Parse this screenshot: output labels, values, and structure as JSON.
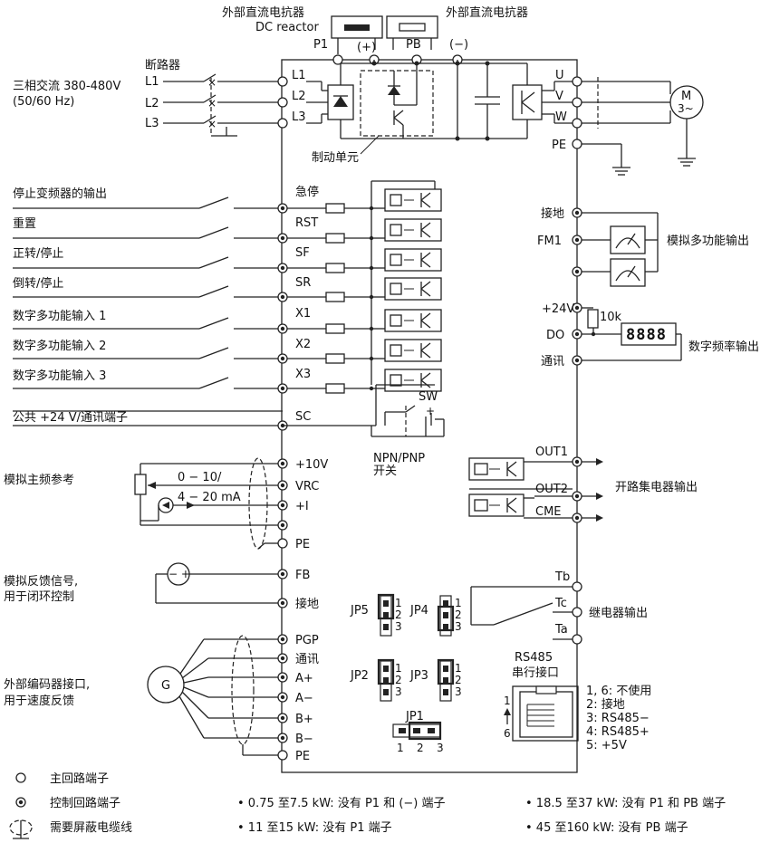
{
  "top": {
    "ext_dc_reactor_1": "外部直流电抗器",
    "dc_reactor_en": "DC reactor",
    "ext_dc_reactor_2": "外部直流电抗器",
    "p1": "P1",
    "plus": "(+)",
    "pb": "PB",
    "minus": "(−)"
  },
  "power": {
    "supply": "三相交流 380-480V",
    "freq": "(50/60 Hz)",
    "breaker": "断路器",
    "lines": [
      "L1",
      "L2",
      "L3"
    ],
    "terminals_in": [
      "L1",
      "L2",
      "L3"
    ],
    "terminals_out": [
      "U",
      "V",
      "W",
      "PE"
    ],
    "motor": "M",
    "motor_sub": "3~",
    "brake_unit": "制动单元"
  },
  "digital_inputs": [
    {
      "desc": "停止变频器的输出",
      "term": "急停"
    },
    {
      "desc": "重置",
      "term": "RST"
    },
    {
      "desc": "正转/停止",
      "term": "SF"
    },
    {
      "desc": "倒转/停止",
      "term": "SR"
    },
    {
      "desc": "数字多功能输入 1",
      "term": "X1"
    },
    {
      "desc": "数字多功能输入 2",
      "term": "X2"
    },
    {
      "desc": "数字多功能输入 3",
      "term": "X3"
    }
  ],
  "common": {
    "desc": "公共 +24 V/通讯端子",
    "term": "SC",
    "sw": "SW",
    "npn": "NPN/PNP",
    "switch": "开关"
  },
  "analog_ref": {
    "desc": "模拟主频参考",
    "v_range": "0 − 10/",
    "i_range": "4 − 20 mA",
    "terms": [
      "+10V",
      "VRC",
      "+I",
      "PE"
    ]
  },
  "feedback": {
    "desc1": "模拟反馈信号,",
    "desc2": "用于闭环控制",
    "terms": [
      "FB",
      "接地"
    ],
    "src": "− +"
  },
  "encoder": {
    "desc1": "外部编码器接口,",
    "desc2": "用于速度反馈",
    "g": "G",
    "terms": [
      "PGP",
      "通讯",
      "A+",
      "A−",
      "B+",
      "B−",
      "PE"
    ]
  },
  "right": {
    "ground": "接地",
    "fm1": "FM1",
    "analog_out": "模拟多功能输出",
    "v24": "+24V",
    "r10k": "10k",
    "do": "DO",
    "display": "8888",
    "freq_out": "数字频率输出",
    "comm": "通讯",
    "out1": "OUT1",
    "out2": "OUT2",
    "cme": "CME",
    "oc_out": "开路集电器输出",
    "tb": "Tb",
    "tc": "Tc",
    "ta": "Ta",
    "relay_out": "继电器输出"
  },
  "jumpers": {
    "jp5": "JP5",
    "jp4": "JP4",
    "jp2": "JP2",
    "jp3": "JP3",
    "jp1": "JP1",
    "n1": "1",
    "n2": "2",
    "n3": "3"
  },
  "rs485": {
    "title1": "RS485",
    "title2": "串行接口",
    "pin1": "1",
    "pin6": "6",
    "notes": [
      "1, 6: 不使用",
      "2: 接地",
      "3: RS485−",
      "4: RS485+",
      "5: +5V"
    ]
  },
  "legend": {
    "main": "主回路端子",
    "control": "控制回路端子",
    "shield": "需要屏蔽电缆线",
    "note1": "• 0.75 至7.5 kW: 没有 P1 和 (−) 端子",
    "note2": "• 11 至15 kW: 没有 P1 端子",
    "note3": "• 18.5 至37 kW: 没有 P1 和 PB 端子",
    "note4": "• 45 至160 kW: 没有 PB 端子"
  }
}
